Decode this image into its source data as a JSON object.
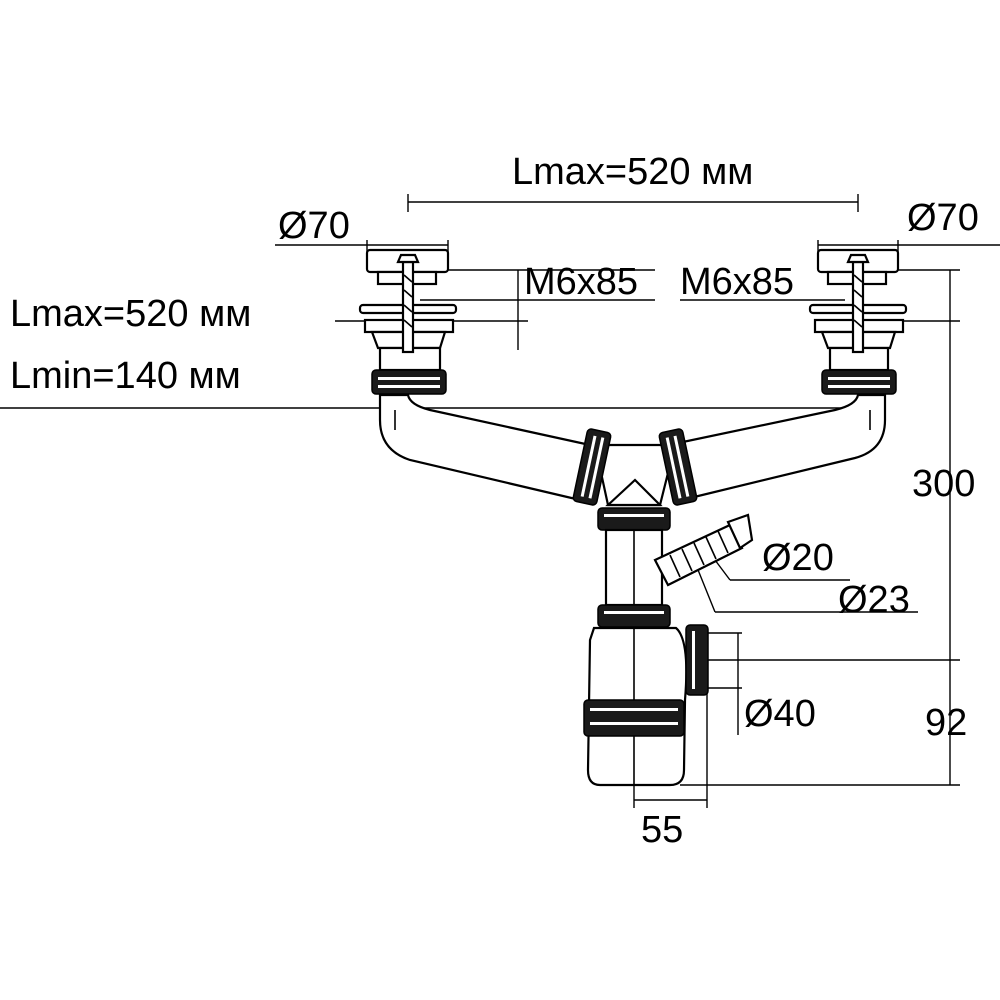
{
  "labels": {
    "top_span": "Lmax=520 мм",
    "left_diameter": "Ø70",
    "right_diameter": "Ø70",
    "left_screw": "M6x85",
    "right_screw": "M6x85",
    "left_lmax": "Lmax=520 мм",
    "left_lmin": "Lmin=140 мм",
    "height_total": "300",
    "hose_inner": "Ø20",
    "hose_outer": "Ø23",
    "outlet_diameter": "Ø40",
    "trap_height": "92",
    "outlet_offset": "55"
  },
  "colors": {
    "line": "#000000",
    "nut": "#1a1a1a",
    "background": "#ffffff"
  }
}
